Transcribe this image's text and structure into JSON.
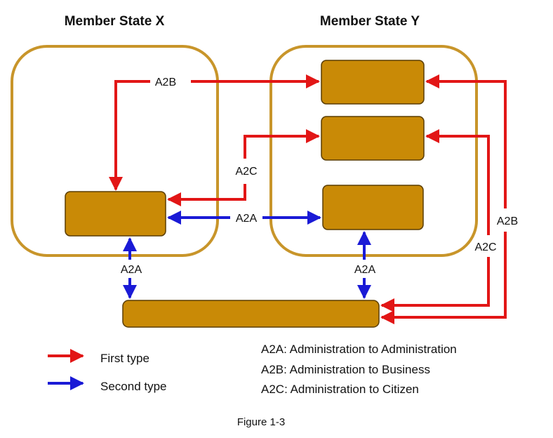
{
  "titles": {
    "state_x": "Member State X",
    "state_y": "Member State Y"
  },
  "arrow_labels": {
    "a2b_top": "A2B",
    "a2c_mid": "A2C",
    "a2a_mid": "A2A",
    "a2a_left": "A2A",
    "a2a_right": "A2A",
    "a2b_right": "A2B",
    "a2c_right": "A2C"
  },
  "legend": {
    "first_type": "First type",
    "second_type": "Second type"
  },
  "definitions": [
    "A2A: Administration to Administration",
    "A2B: Administration to Business",
    "A2C: Administration to Citizen"
  ],
  "caption": "Figure 1-3",
  "colors": {
    "container_border": "#c8952a",
    "box_fill": "#c98a06",
    "box_border": "#5a3d00",
    "first_type": "#e21616",
    "second_type": "#1a1ad6"
  }
}
